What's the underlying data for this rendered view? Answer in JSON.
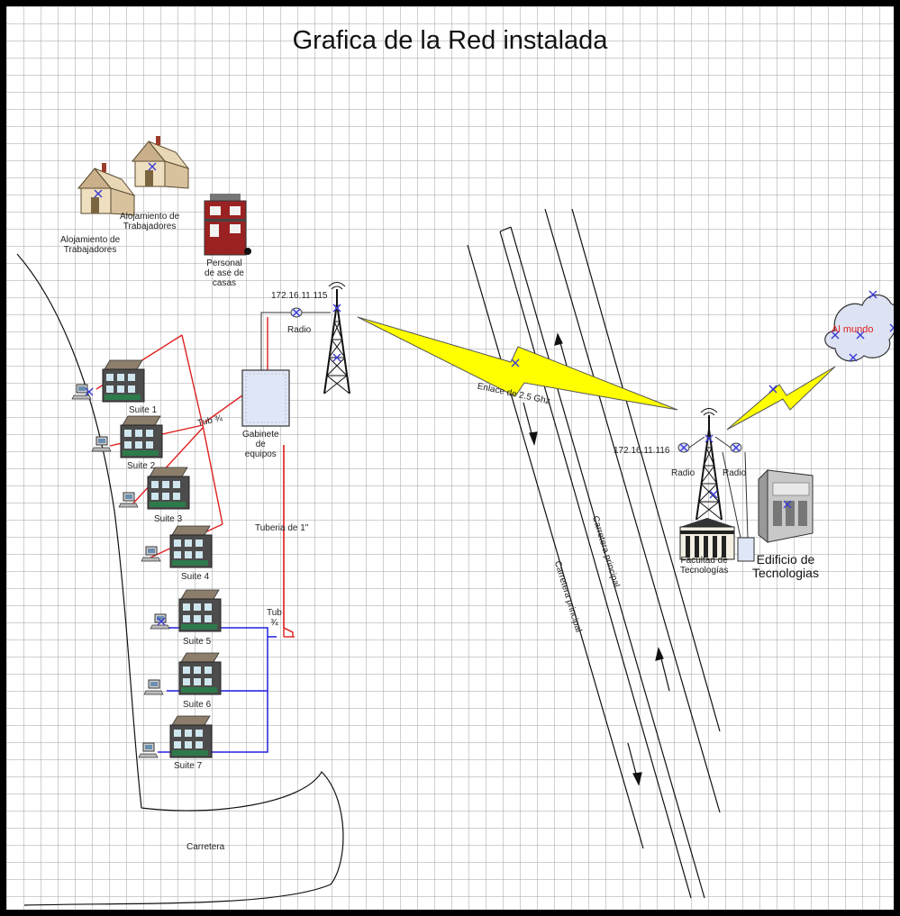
{
  "title": "Grafica de la Red instalada",
  "labels": {
    "alojamiento_1": "Alojamiento de\nTrabajadores",
    "alojamiento_2": "Alojamiento de\nTrabajadores",
    "personal": "Personal\nde ase de\ncasas",
    "ip_left": "172.16.11.115",
    "radio_left": "Radio",
    "gabinete": "Gabinete\nde\nequipos",
    "tub_top": "Tub ¾",
    "tuberia": "Tuberia de 1\"",
    "tub_bottom": "Tub\n¾",
    "suites": [
      "Suite 1",
      "Suite 2",
      "Suite 3",
      "Suite 4",
      "Suite 5",
      "Suite 6",
      "Suite 7"
    ],
    "carretera": "Carretera",
    "enlace": "Enlace de 2.5 Ghz",
    "carretera_principal_1": "Carretera principal",
    "carretera_principal_2": "Carretera principal",
    "ip_right": "172.16.11.116",
    "radio_right_1": "Radio",
    "radio_right_2": "Radio",
    "facultad": "Facultad de\nTecnologías",
    "edificio": "Edificio de\nTecnologias",
    "al_mundo": "Al mundo"
  },
  "colors": {
    "red_link": "#e02020",
    "blue_link": "#2020e0",
    "lightning": "#ffff00",
    "building_roof": "#8b7b6a",
    "house_roof": "#c0ad8f",
    "grid": "#aaaaaa"
  },
  "icons": [
    "house-icon",
    "red-house-icon",
    "tower-icon",
    "cabinet-icon",
    "suite-building-icon",
    "computer-icon",
    "faculty-building-icon",
    "datacenter-icon",
    "cloud-icon",
    "lightning-icon",
    "radio-icon"
  ]
}
